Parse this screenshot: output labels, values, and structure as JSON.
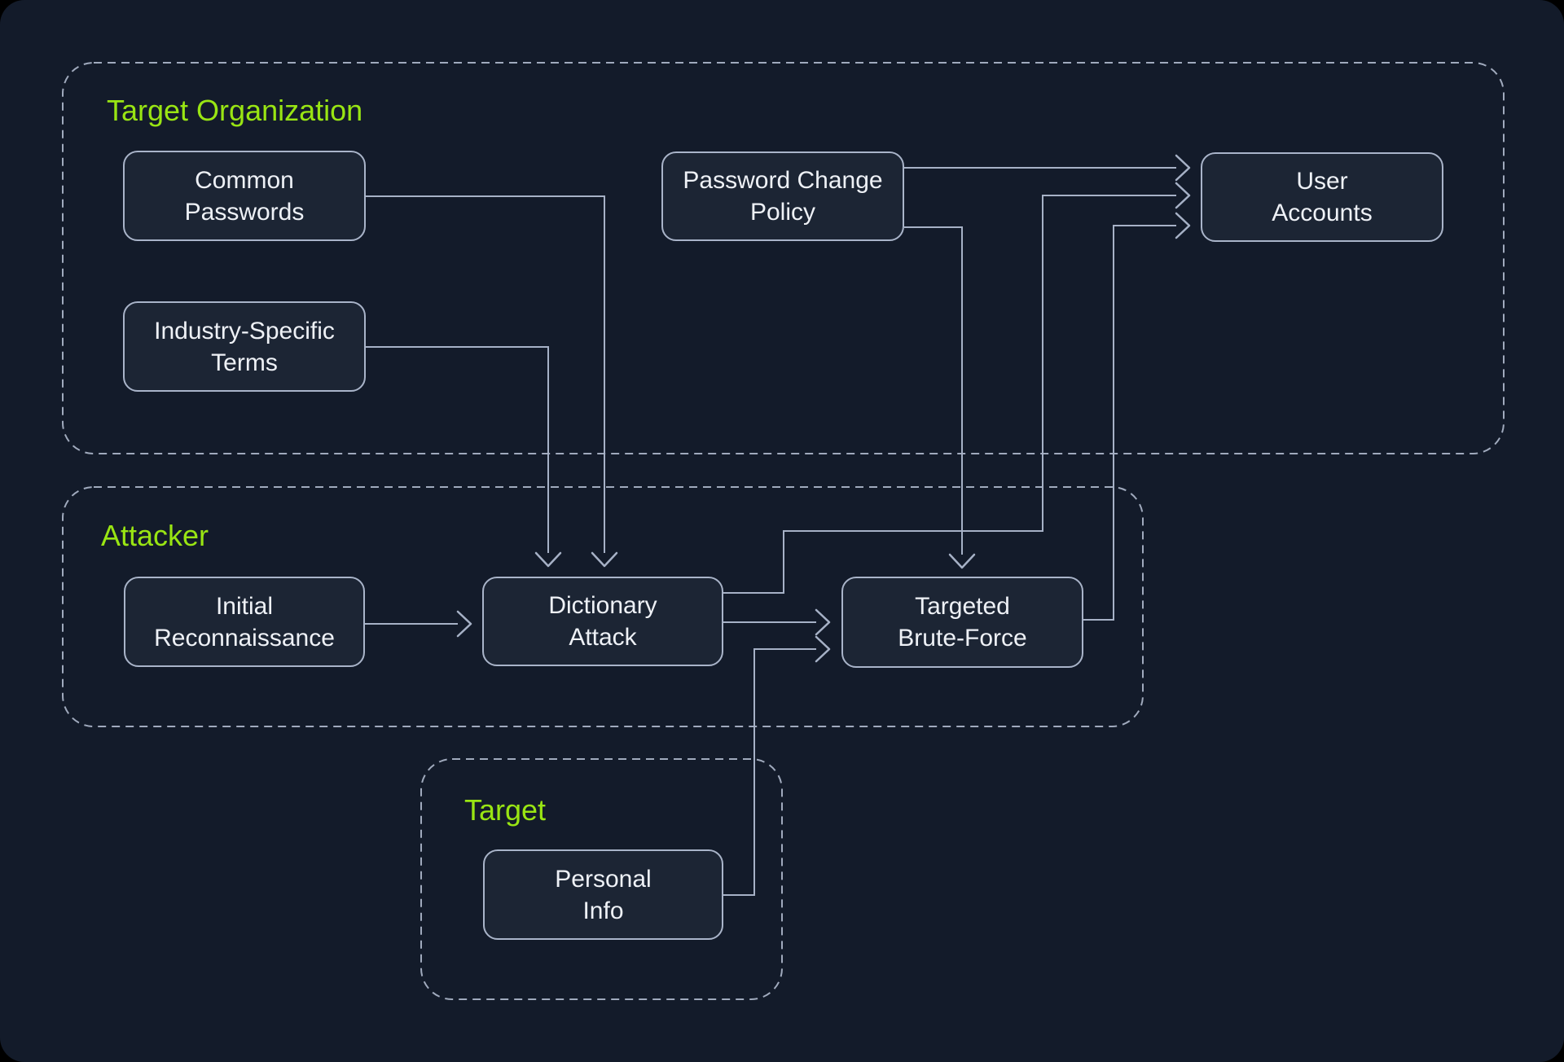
{
  "diagram": {
    "kind": "flow-diagram",
    "background": "#131b2a",
    "outer_background": "#000000",
    "accent_colors": {
      "group_label_green": "#99e513",
      "node_border": "#a9b4c9",
      "node_fill": "#1c2534",
      "connector": "#a6b1c6",
      "group_dashed_border": "#a0aabd",
      "node_text": "#eef1f6"
    }
  },
  "groups": {
    "target_organization": {
      "label": "Target Organization"
    },
    "attacker": {
      "label": "Attacker"
    },
    "target": {
      "label": "Target"
    }
  },
  "nodes": {
    "common_passwords": {
      "label": "Common\nPasswords",
      "group": "Target Organization"
    },
    "industry_specific_terms": {
      "label": "Industry-Specific\nTerms",
      "group": "Target Organization"
    },
    "password_change_policy": {
      "label": "Password Change\nPolicy",
      "group": "Target Organization"
    },
    "user_accounts": {
      "label": "User\nAccounts",
      "group": "Target Organization"
    },
    "initial_reconnaissance": {
      "label": "Initial\nReconnaissance",
      "group": "Attacker"
    },
    "dictionary_attack": {
      "label": "Dictionary\nAttack",
      "group": "Attacker"
    },
    "targeted_brute_force": {
      "label": "Targeted\nBrute-Force",
      "group": "Attacker"
    },
    "personal_info": {
      "label": "Personal\nInfo",
      "group": "Target"
    }
  },
  "edges": [
    {
      "from": "common_passwords",
      "to": "dictionary_attack",
      "enters": "top"
    },
    {
      "from": "industry_specific_terms",
      "to": "dictionary_attack",
      "enters": "top"
    },
    {
      "from": "initial_reconnaissance",
      "to": "dictionary_attack",
      "enters": "left"
    },
    {
      "from": "password_change_policy",
      "to": "user_accounts",
      "enters": "left"
    },
    {
      "from": "password_change_policy",
      "to": "targeted_brute_force",
      "enters": "top"
    },
    {
      "from": "dictionary_attack",
      "to": "user_accounts",
      "enters": "left"
    },
    {
      "from": "dictionary_attack",
      "to": "targeted_brute_force",
      "enters": "left"
    },
    {
      "from": "personal_info",
      "to": "targeted_brute_force",
      "enters": "left"
    },
    {
      "from": "targeted_brute_force",
      "to": "user_accounts",
      "enters": "left"
    }
  ]
}
